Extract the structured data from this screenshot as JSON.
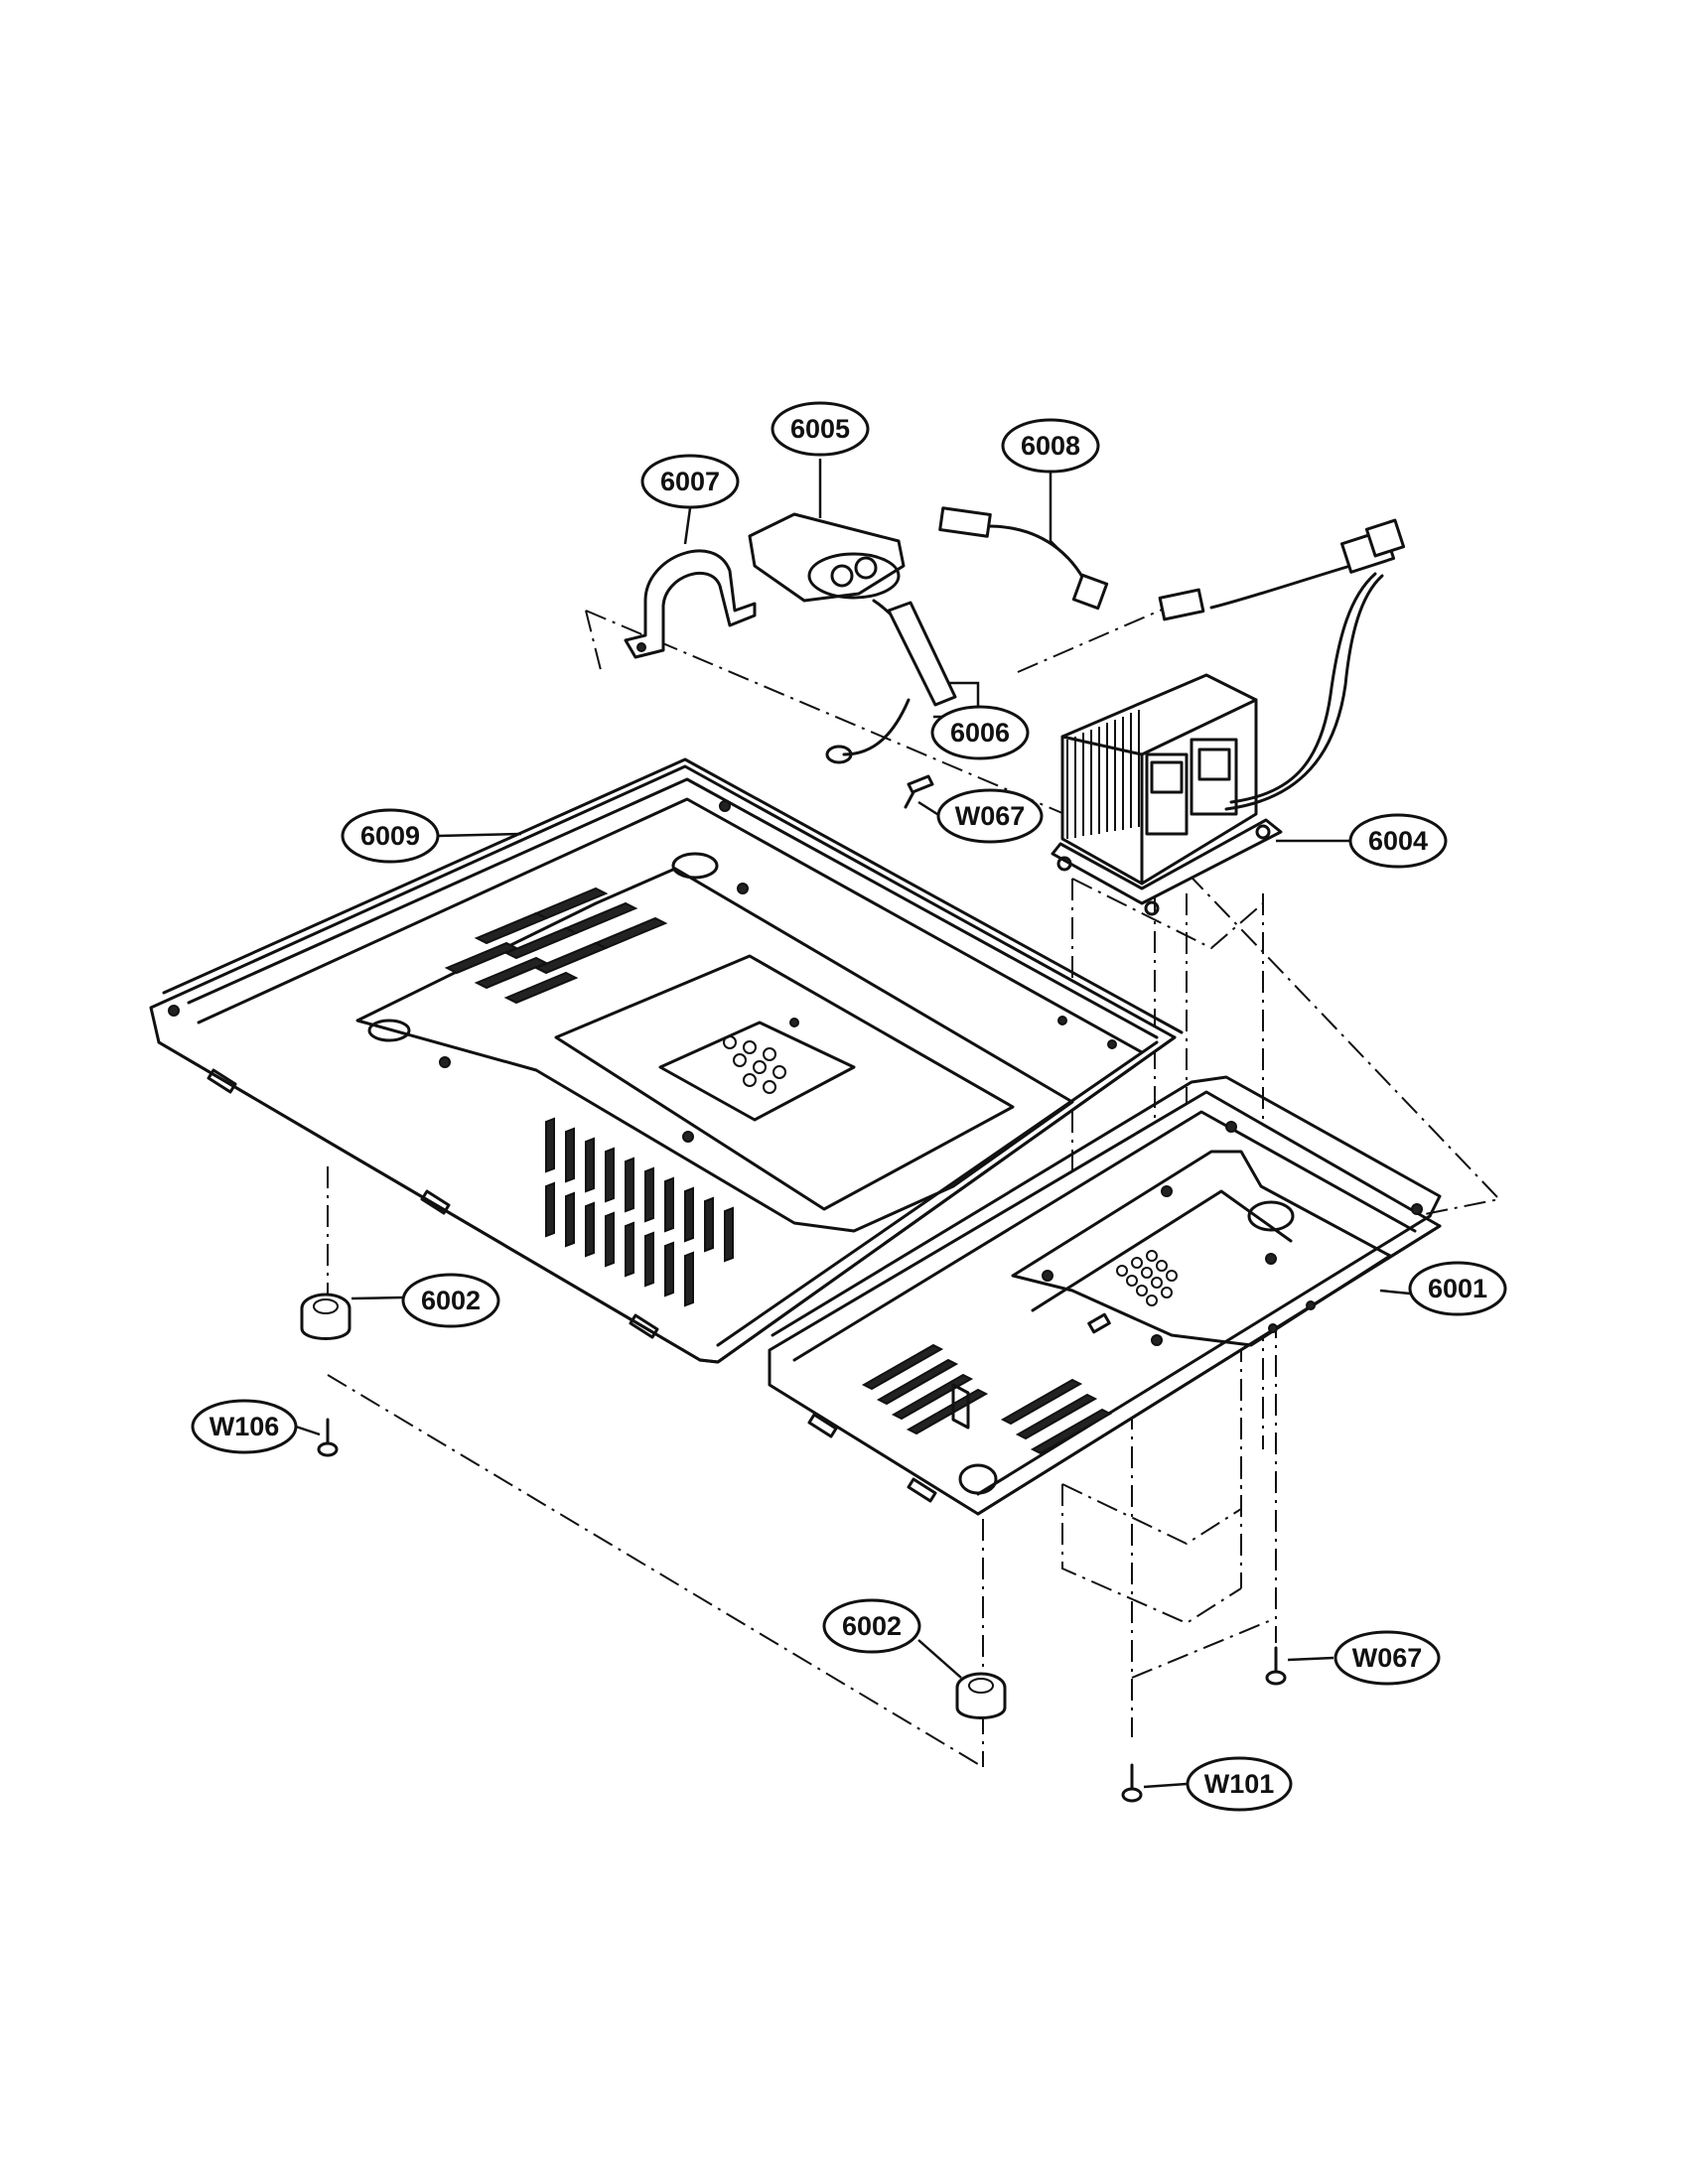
{
  "callouts": [
    {
      "id": "c6005",
      "label": "6005"
    },
    {
      "id": "c6007",
      "label": "6007"
    },
    {
      "id": "c6008",
      "label": "6008"
    },
    {
      "id": "c6006",
      "label": "6006"
    },
    {
      "id": "cW067a",
      "label": "W067"
    },
    {
      "id": "c6009",
      "label": "6009"
    },
    {
      "id": "c6004",
      "label": "6004"
    },
    {
      "id": "c6001",
      "label": "6001"
    },
    {
      "id": "c6002a",
      "label": "6002"
    },
    {
      "id": "cW106",
      "label": "W106"
    },
    {
      "id": "c6002b",
      "label": "6002"
    },
    {
      "id": "cW067b",
      "label": "W067"
    },
    {
      "id": "cW101",
      "label": "W101"
    }
  ]
}
